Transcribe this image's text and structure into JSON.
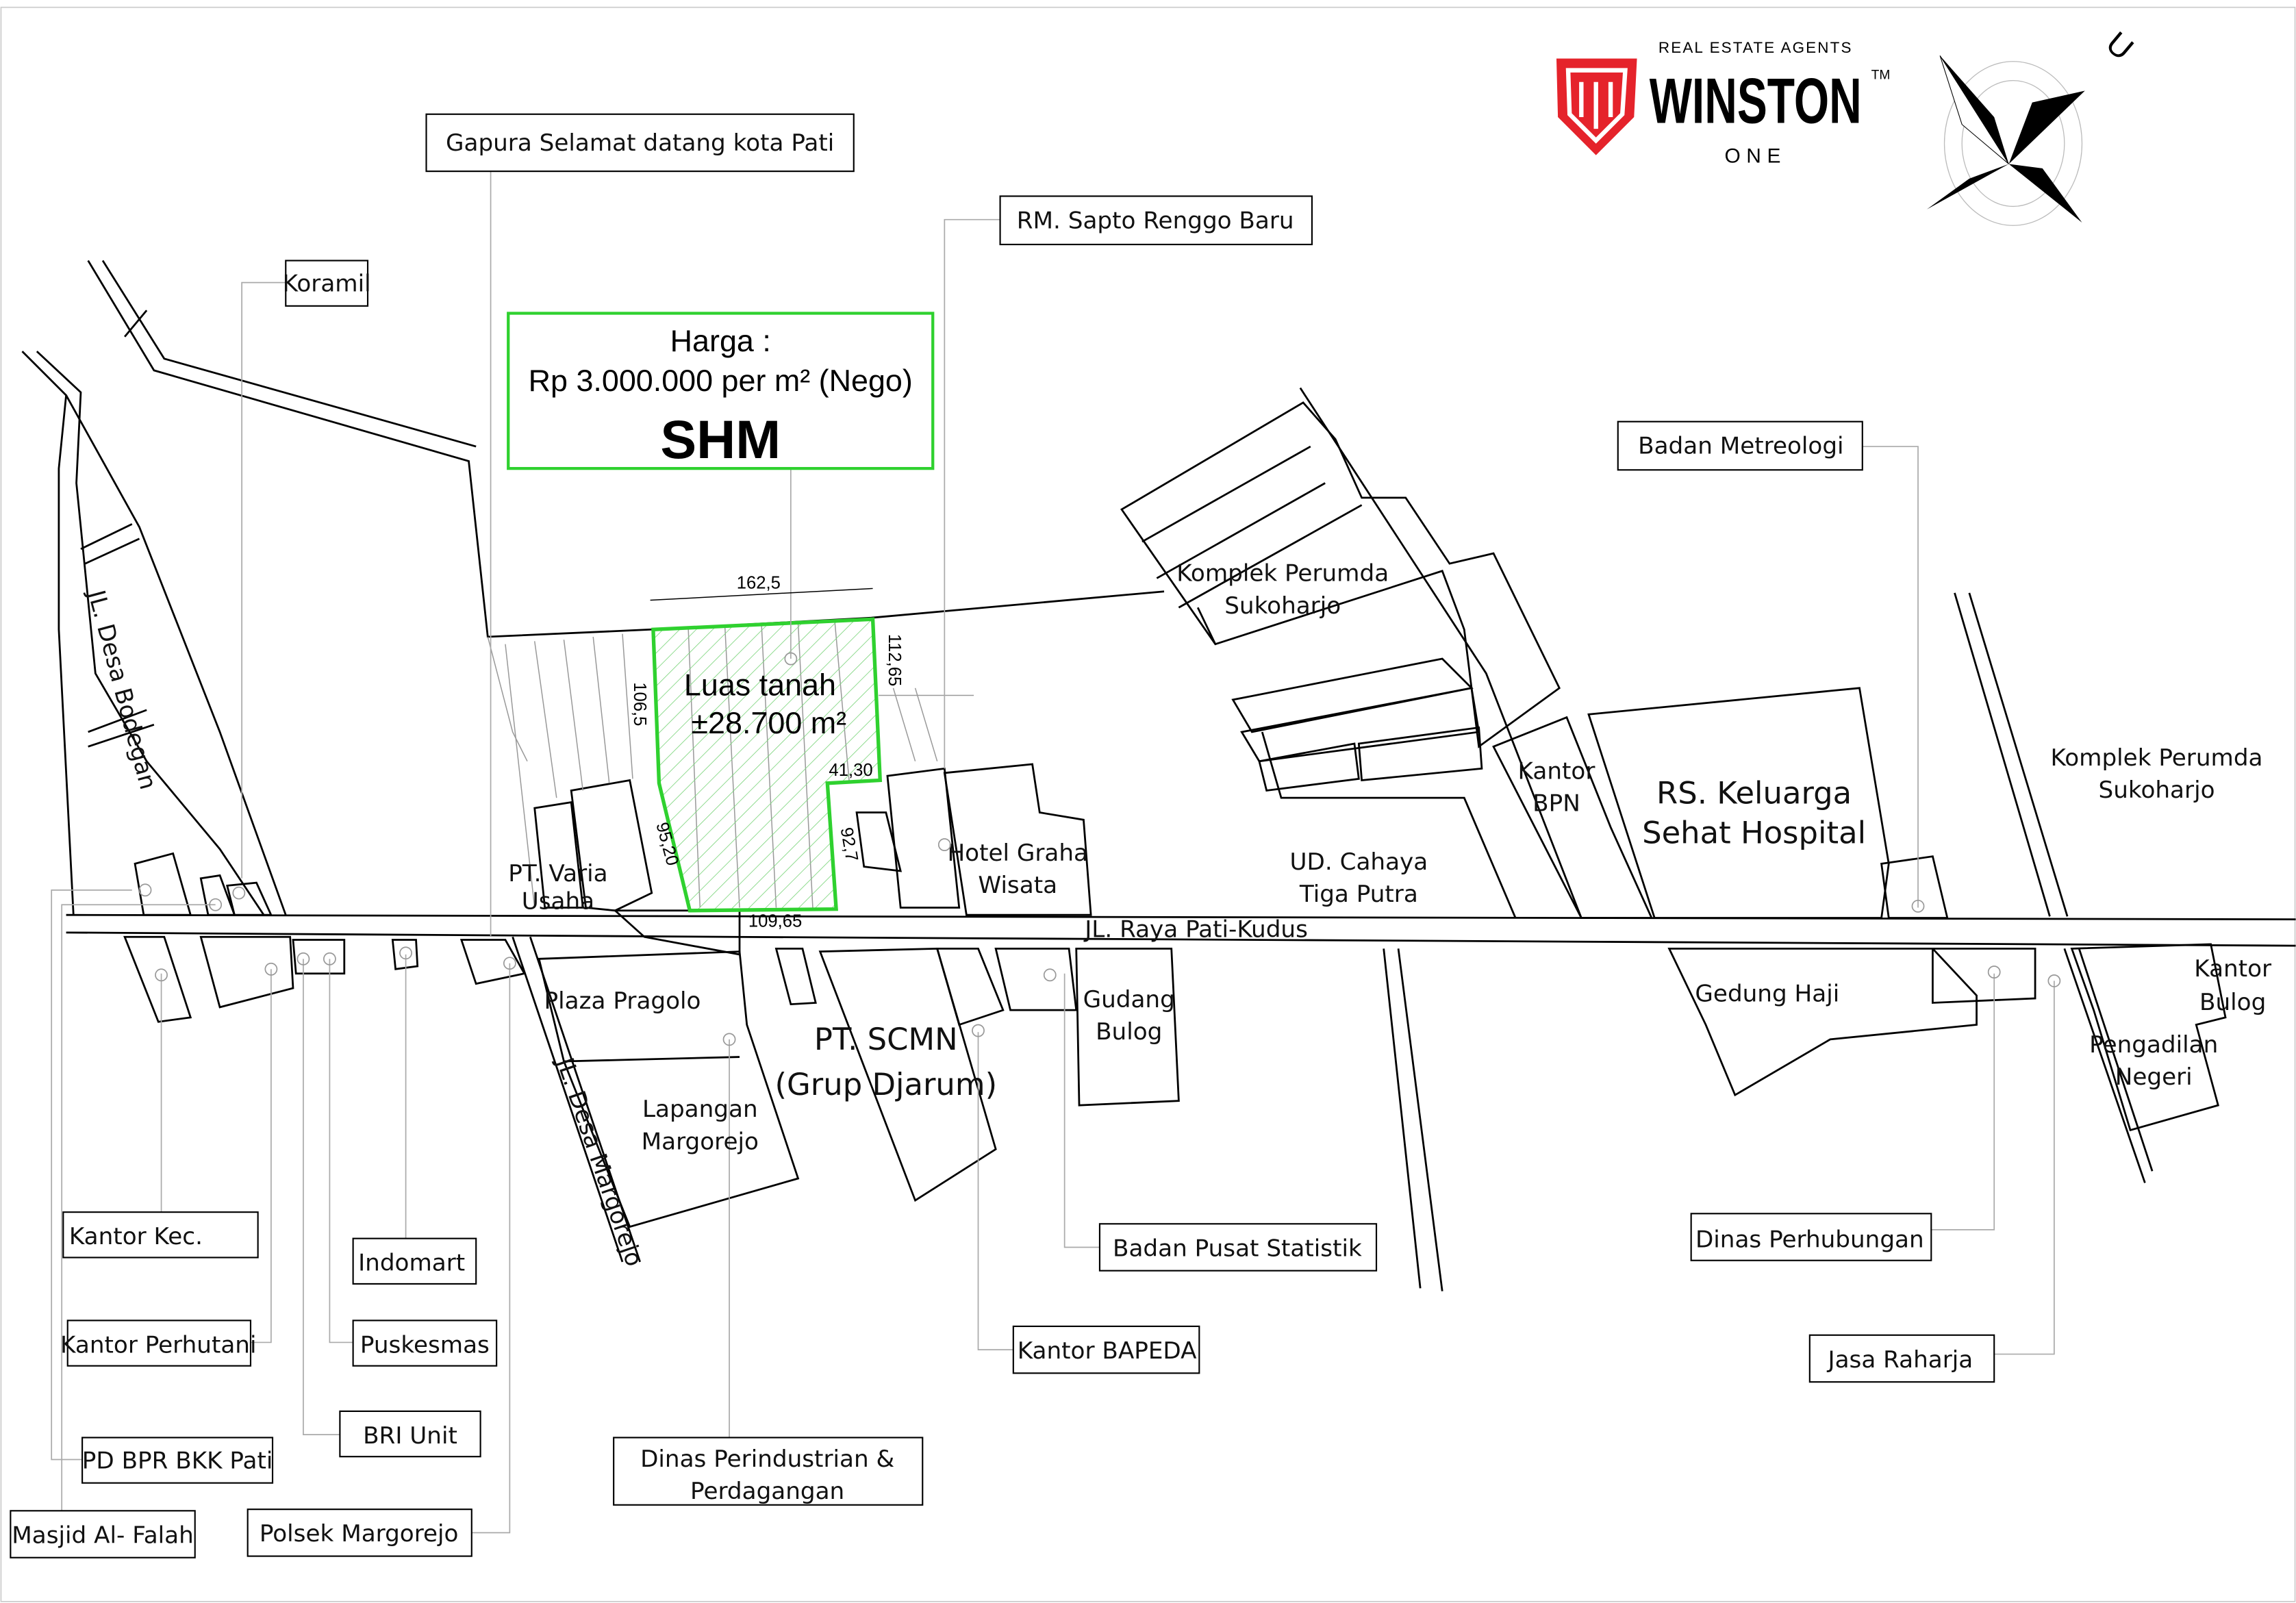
{
  "price_box": {
    "title": "Harga :",
    "price": "Rp 3.000.000 per m² (Nego)",
    "certificate": "SHM"
  },
  "plot": {
    "area_label": "Luas tanah",
    "area_value": "±28.700 m²",
    "color": "#2fd12f",
    "dimensions": {
      "top": "162,5",
      "right_upper": "112,65",
      "left_upper": "106,5",
      "step": "41,30",
      "right_lower": "92,7",
      "left_lower": "95,20",
      "bottom": "109,65"
    }
  },
  "logo": {
    "tagline": "REAL ESTATE AGENTS",
    "name": "WINSTON",
    "tm": "TM",
    "sub": "ONE",
    "brand_color": "#e5232b"
  },
  "compass": {
    "north_letter": "U"
  },
  "labels": {
    "gapura": "Gapura Selamat datang kota Pati",
    "rm_sapto": "RM. Sapto Renggo Baru",
    "koramil": "Koramil",
    "badan_metreologi": "Badan Metreologi",
    "kantor_kec": "Kantor Kec.",
    "kantor_perhutani": "Kantor Perhutani",
    "pd_bpr": "PD BPR BKK Pati",
    "masjid": "Masjid Al- Falah",
    "indomart": "Indomart",
    "puskesmas": "Puskesmas",
    "bri": "BRI Unit",
    "polsek": "Polsek Margorejo",
    "dinas_perindustrian_1": "Dinas Perindustrian &",
    "dinas_perindustrian_2": "Perdagangan",
    "bapeda": "Kantor BAPEDA",
    "bps": "Badan Pusat Statistik",
    "dinas_perhubungan": "Dinas Perhubungan",
    "jasa_raharja": "Jasa Raharja"
  },
  "places": {
    "komplek1_1": "Komplek Perumda",
    "komplek1_2": "Sukoharjo",
    "bpn_1": "Kantor",
    "bpn_2": "BPN",
    "rs_1": "RS. Keluarga",
    "rs_2": "Sehat Hospital",
    "komplek2_1": "Komplek Perumda",
    "komplek2_2": "Sukoharjo",
    "ud_1": "UD. Cahaya",
    "ud_2": "Tiga Putra",
    "hotel_1": "Hotel Graha",
    "hotel_2": "Wisata",
    "varia_1": "PT. Varia",
    "varia_2": "Usaha",
    "main_road": "JL. Raya Pati-Kudus",
    "plaza": "Plaza Pragolo",
    "scmn_1": "PT. SCMN",
    "scmn_2": "(Grup Djarum)",
    "lapangan_1": "Lapangan",
    "lapangan_2": "Margorejo",
    "gudang_1": "Gudang",
    "gudang_2": "Bulog",
    "gedung_haji": "Gedung Haji",
    "kbulog_1": "Kantor",
    "kbulog_2": "Bulog",
    "pn_1": "Pengadilan",
    "pn_2": "Negeri",
    "jl_margorejo": "JL. Desa Margorejo",
    "jl_bodegan": "JL. Desa Bodegan"
  }
}
